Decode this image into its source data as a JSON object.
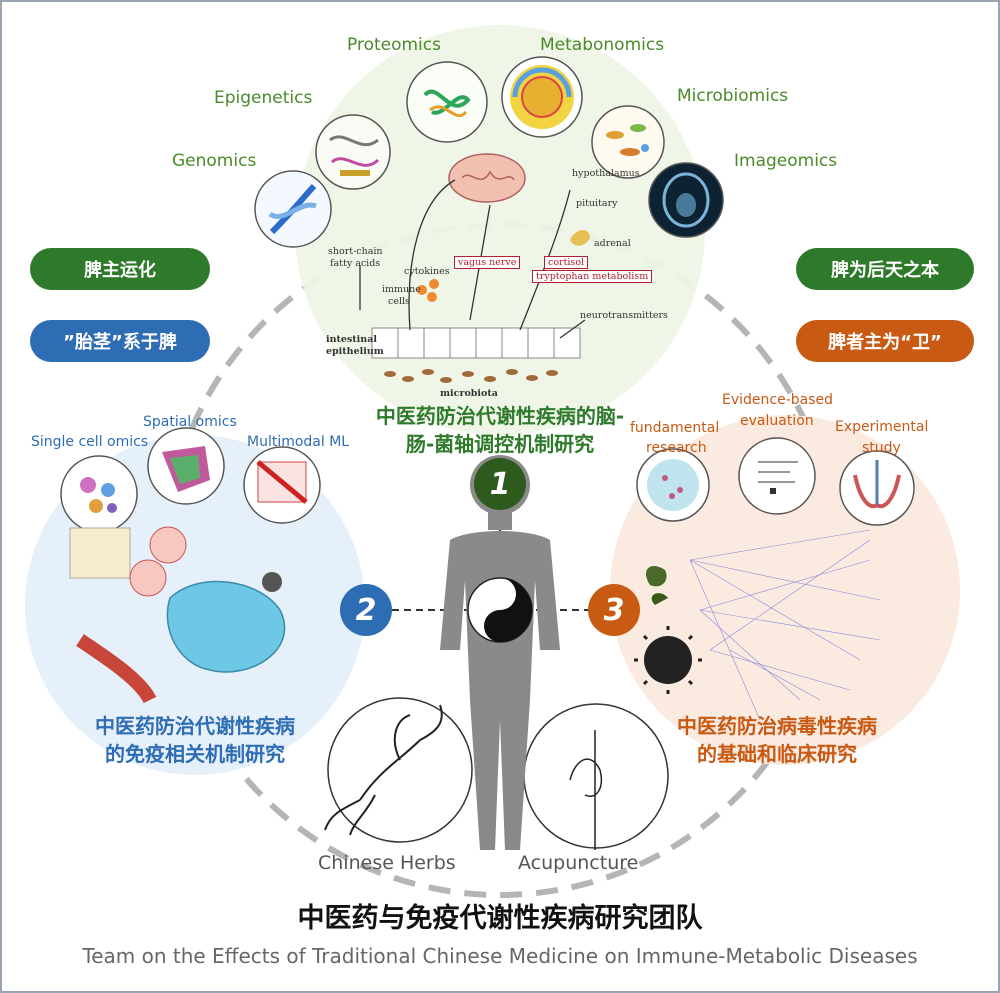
{
  "omics": {
    "proteomics": "Proteomics",
    "metabonomics": "Metabonomics",
    "epigenetics": "Epigenetics",
    "microbiomics": "Microbiomics",
    "genomics": "Genomics",
    "imageomics": "Imageomics"
  },
  "pills": {
    "left_top": "脾主运化",
    "left_bottom": "”胎茎”系于脾",
    "right_top": "脾为后天之本",
    "right_bottom": "脾者主为“卫”"
  },
  "gut_brain": {
    "short_chain": "short-chain",
    "fatty_acids": "fatty acids",
    "cytokines": "cytokines",
    "immune": "immune",
    "cells": "cells",
    "vagus": "vagus nerve",
    "cortisol": "cortisol",
    "tryptophan": "tryptophan metabolism",
    "hypothalamus": "hypothalamus",
    "pituitary": "pituitary",
    "adrenal": "adrenal",
    "neurotransmitters": "neurotransmitters",
    "intestinal": "intestinal",
    "epithelium": "epithelium",
    "microbiota": "microbiota"
  },
  "section1": {
    "line1": "中医药防治代谢性疾病的脑-",
    "line2": "肠-菌轴调控机制研究",
    "number": "1"
  },
  "section2": {
    "line1": "中医药防治代谢性疾病",
    "line2": "的免疫相关机制研究",
    "number": "2",
    "single_cell": "Single cell omics",
    "spatial": "Spatial omics",
    "multimodal": "Multimodal ML"
  },
  "section3": {
    "line1": "中医药防治病毒性疾病",
    "line2": "的基础和临床研究",
    "number": "3",
    "fundamental_1": "fundamental",
    "fundamental_2": "research",
    "evidence_1": "Evidence-based",
    "evidence_2": "evaluation",
    "experimental_1": "Experimental",
    "experimental_2": "study"
  },
  "herbs": "Chinese Herbs",
  "acupuncture": "Acupuncture",
  "team_cn": "中医药与免疫代谢性疾病研究团队",
  "team_en": "Team on the Effects of Traditional Chinese Medicine on Immune-Metabolic Diseases",
  "colors": {
    "green": "#2e7a2a",
    "blue": "#2e6db4",
    "orange": "#c85a14",
    "dark_green": "#3c5a2a"
  }
}
